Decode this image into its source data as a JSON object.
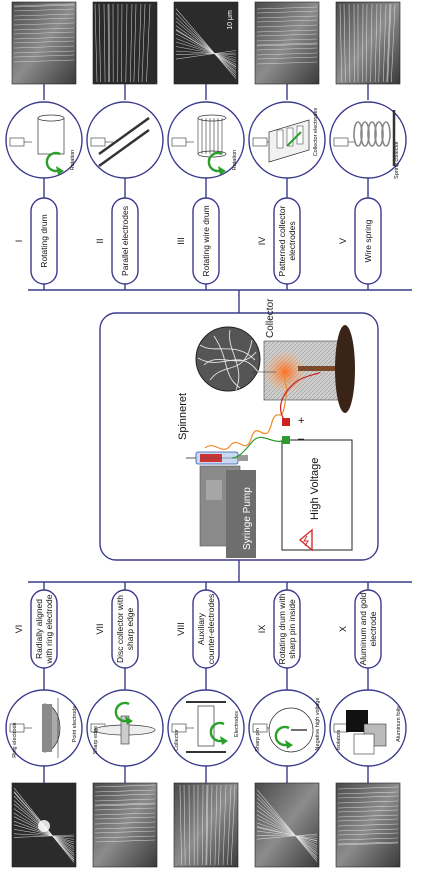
{
  "center": {
    "collector_label": "Collector",
    "spinneret_label": "Spinneret",
    "pump_label": "Syringe Pump",
    "hv_label": "High Voltage",
    "minus": "–",
    "plus": "+"
  },
  "top_methods": [
    {
      "numeral": "I",
      "label": "Rotating drum",
      "note": "Rotation",
      "sem_scale": ""
    },
    {
      "numeral": "II",
      "label": "Parallel electrodes",
      "note": "",
      "sem_scale": ""
    },
    {
      "numeral": "III",
      "label": "Rotating wire drum",
      "note": "Rotation",
      "sem_scale": "10 μm"
    },
    {
      "numeral": "IV",
      "label": "Patterned collector electrodes",
      "note": "Collector electrodes",
      "sem_scale": ""
    },
    {
      "numeral": "V",
      "label": "Wire spring",
      "note": "Spring collector",
      "sem_scale": ""
    }
  ],
  "bottom_methods": [
    {
      "numeral": "VI",
      "label": "Radially aligned with ring electrode",
      "note": "Ring electrode",
      "note2": "Point electrode",
      "sem_scale": ""
    },
    {
      "numeral": "VII",
      "label": "Disc collector with sharp edge",
      "note": "Sharp edge",
      "note2": "",
      "sem_scale": ""
    },
    {
      "numeral": "VIII",
      "label": "Auxiliary counter-electrodes",
      "note": "Collector",
      "note2": "Electrodes",
      "sem_scale": ""
    },
    {
      "numeral": "IX",
      "label": "Rotating drum with sharp pin inside",
      "note": "Sharp pin",
      "note2": "Negative high voltage",
      "sem_scale": ""
    },
    {
      "numeral": "X",
      "label": "Aluminum and gold electrode",
      "note": "Isolators",
      "note2": "Aluminum foils",
      "sem_scale": ""
    }
  ],
  "colors": {
    "frame": "#3a3a8c",
    "arrow_green": "#2aa02a",
    "wire_red": "#cc2222",
    "wire_green": "#2e9a2e",
    "plume": "#f08a24",
    "hv_red": "#d32f2f",
    "sem_dark": "#2b2b2b"
  }
}
